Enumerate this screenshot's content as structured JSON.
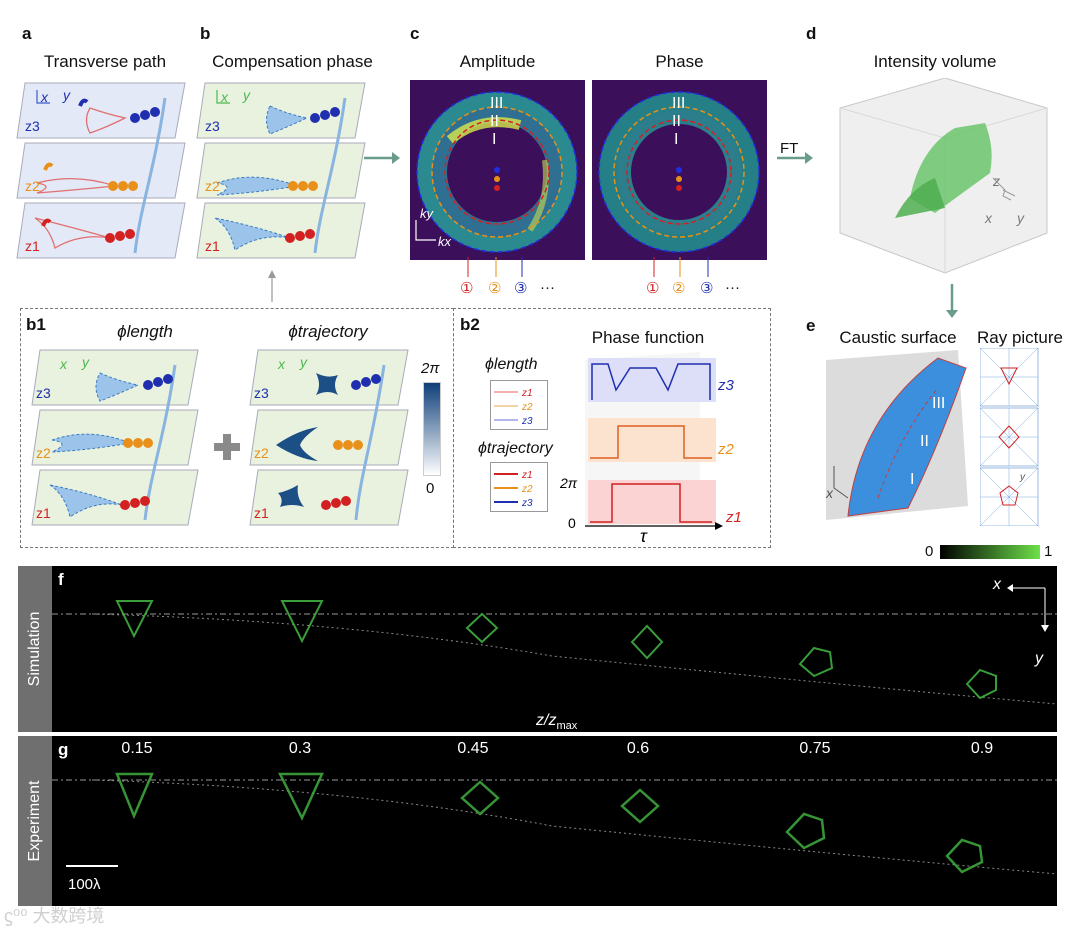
{
  "panels": {
    "a": {
      "label": "a",
      "title": "Transverse path",
      "layer_labels": [
        "z3",
        "z2",
        "z1"
      ],
      "axis_x": "x",
      "axis_y": "y"
    },
    "b": {
      "label": "b",
      "title": "Compensation phase",
      "layer_labels": [
        "z3",
        "z2",
        "z1"
      ],
      "axis_x": "x",
      "axis_y": "y"
    },
    "c": {
      "label": "c",
      "title_left": "Amplitude",
      "title_right": "Phase",
      "rings": [
        "III",
        "II",
        "I"
      ],
      "axis_kx": "kx",
      "axis_ky": "ky",
      "markers": [
        "①",
        "②",
        "③",
        "···"
      ]
    },
    "d": {
      "label": "d",
      "title": "Intensity volume",
      "ft": "FT",
      "axes": [
        "z",
        "x",
        "y"
      ]
    },
    "e": {
      "label": "e",
      "title_left": "Caustic surface",
      "title_right": "Ray picture",
      "rings": [
        "III",
        "II",
        "I"
      ],
      "axes": [
        "x",
        "y"
      ]
    },
    "b1": {
      "label": "b1",
      "phi_length": "ϕlength",
      "phi_trajectory": "ϕtrajectory",
      "colorbar_max": "2π",
      "colorbar_min": "0"
    },
    "b2": {
      "label": "b2",
      "title": "Phase function",
      "legend_length": "ϕlength",
      "legend_trajectory": "ϕtrajectory",
      "legend_items": [
        "z1",
        "z2",
        "z3"
      ],
      "z_labels": [
        "z3",
        "z2",
        "z1"
      ],
      "y_top": "2π",
      "y_bottom": "0",
      "x_axis": "τ"
    },
    "f": {
      "label": "f",
      "side": "Simulation",
      "axis_x": "x",
      "axis_y": "y"
    },
    "g": {
      "label": "g",
      "side": "Experiment",
      "scale_bar": "100λ"
    },
    "colorscale": {
      "min": "0",
      "max": "1"
    },
    "z_axis_title": "z/z",
    "z_axis_sub": "max",
    "z_values": [
      "0.15",
      "0.3",
      "0.45",
      "0.6",
      "0.75",
      "0.9"
    ],
    "watermark": "大数跨境"
  },
  "colors": {
    "red": "#d32020",
    "orange": "#e8901a",
    "blue": "#1f2fb0",
    "green": "#4cc84c",
    "teal_arrow": "#6a9c8c"
  }
}
